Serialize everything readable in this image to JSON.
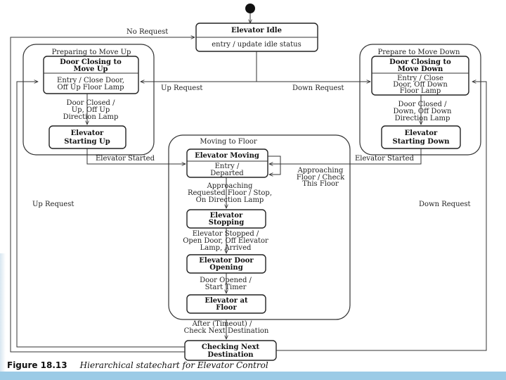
{
  "states": {
    "idle": {
      "name": "Elevator Idle",
      "activity": "entry / update idle status"
    },
    "closing_up": {
      "name": [
        "Door Closing to",
        "Move Up"
      ],
      "activity": [
        "Entry / Close Door,",
        "Off Up Floor Lamp"
      ]
    },
    "starting_up": {
      "name": [
        "Elevator",
        "Starting Up"
      ]
    },
    "closing_down": {
      "name": [
        "Door Closing to",
        "Move Down"
      ],
      "activity": [
        "Entry / Close",
        "Door, Off Down",
        "Floor Lamp"
      ]
    },
    "starting_down": {
      "name": [
        "Elevator",
        "Starting Down"
      ]
    },
    "moving": {
      "name": "Elevator Moving",
      "activity": [
        "Entry /",
        "Departed"
      ]
    },
    "stopping": {
      "name": [
        "Elevator",
        "Stopping"
      ]
    },
    "door_opening": {
      "name": [
        "Elevator Door",
        "Opening"
      ]
    },
    "at_floor": {
      "name": [
        "Elevator at",
        "Floor"
      ]
    },
    "checking": {
      "name": [
        "Checking Next",
        "Destination"
      ]
    }
  },
  "superstates": {
    "prep_up": "Preparing to Move Up",
    "prep_down": "Prepare to Move Down",
    "moving_floor": "Moving to Floor"
  },
  "transitions": {
    "no_request": "No Request",
    "up_request_top": "Up Request",
    "down_request_top": "Down Request",
    "door_closed_up": [
      "Door Closed /",
      "Up, Off Up",
      "Direction Lamp"
    ],
    "door_closed_down": [
      "Door Closed /",
      "Down, Off Down",
      "Direction Lamp"
    ],
    "started_left": "Elevator Started",
    "started_right": "Elevator Started",
    "approaching": [
      "Approaching",
      "Floor / Check",
      "This Floor"
    ],
    "approaching_requested": [
      "Approaching",
      "Requested Floor / Stop,",
      "On Direction Lamp"
    ],
    "stopped": [
      "Elevator Stopped /",
      "Open Door, Off Elevator",
      "Lamp, Arrived"
    ],
    "door_opened": [
      "Door Opened /",
      "Start Timer"
    ],
    "after_timeout": [
      "After (Timeout) /",
      "Check Next Destination"
    ],
    "up_request_side": "Up Request",
    "down_request_side": "Down Request"
  },
  "caption": {
    "label": "Figure 18.13",
    "text": "Hierarchical statechart for Elevator Control"
  },
  "colors": {
    "accent_bar": "#9ccbe6"
  }
}
